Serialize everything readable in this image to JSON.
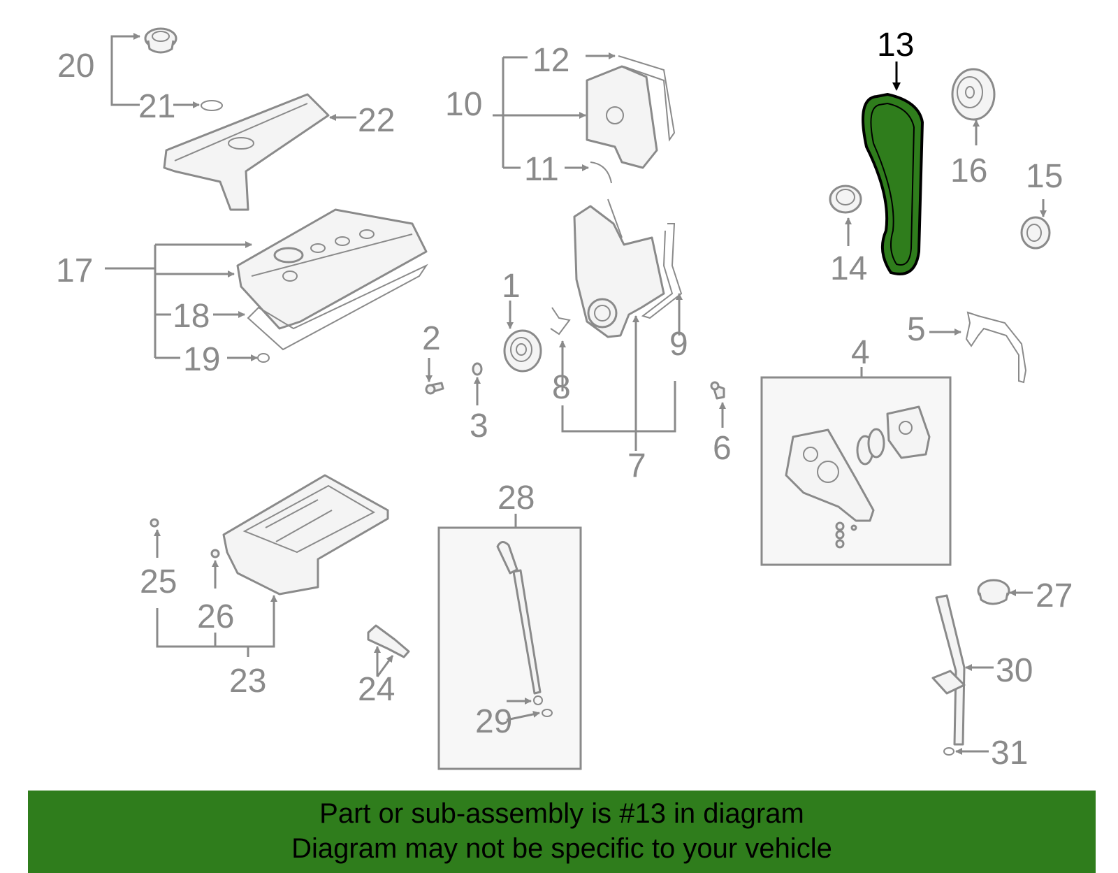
{
  "diagram": {
    "highlight_color": "#2f7d1c",
    "highlighted_part": "13",
    "labels": {
      "l1": "1",
      "l2": "2",
      "l3": "3",
      "l4": "4",
      "l5": "5",
      "l6": "6",
      "l7": "7",
      "l8": "8",
      "l9": "9",
      "l10": "10",
      "l11": "11",
      "l12": "12",
      "l13": "13",
      "l14": "14",
      "l15": "15",
      "l16": "16",
      "l17": "17",
      "l18": "18",
      "l19": "19",
      "l20": "20",
      "l21": "21",
      "l22": "22",
      "l23": "23",
      "l24": "24",
      "l25": "25",
      "l26": "26",
      "l27": "27",
      "l28": "28",
      "l29": "29",
      "l30": "30",
      "l31": "31"
    }
  },
  "banner": {
    "line1": "Part or sub-assembly is #13 in diagram",
    "line2": "Diagram may not be specific to your vehicle",
    "background": "#2f7d1c"
  }
}
